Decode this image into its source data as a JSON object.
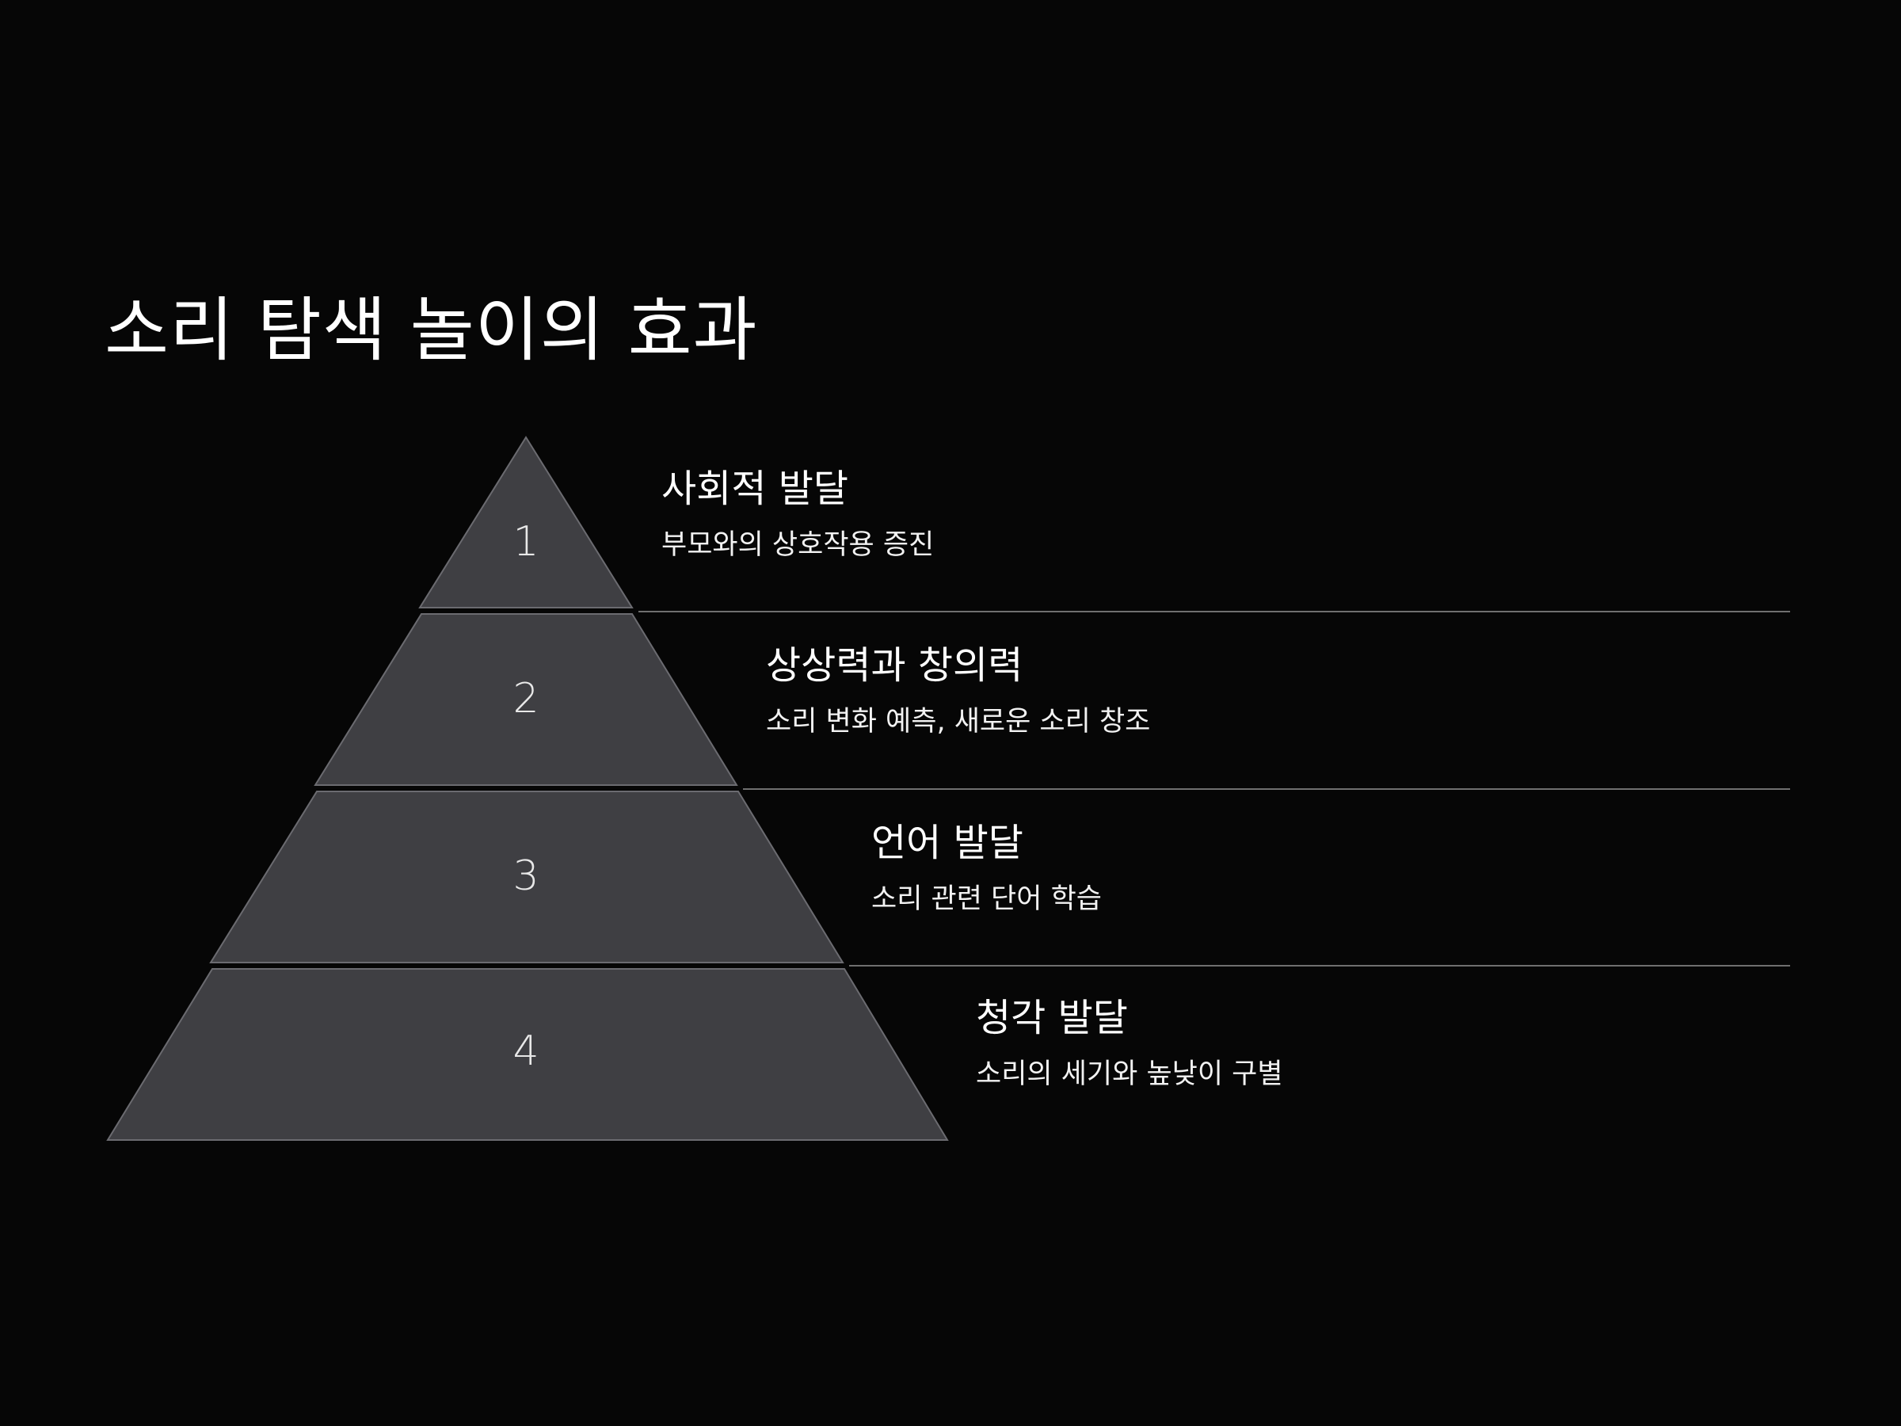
{
  "title": "소리 탐색 놀이의 효과",
  "colors": {
    "background": "#060606",
    "segment_fill": "#3f3f43",
    "segment_stroke": "#6b6b70",
    "divider": "#6f6f6f",
    "text": "#ffffff"
  },
  "levels": [
    {
      "number": "1",
      "heading": "사회적 발달",
      "description": "부모와의 상호작용 증진"
    },
    {
      "number": "2",
      "heading": "상상력과 창의력",
      "description": "소리 변화 예측, 새로운 소리 창조"
    },
    {
      "number": "3",
      "heading": "언어 발달",
      "description": "소리 관련 단어 학습"
    },
    {
      "number": "4",
      "heading": "청각 발달",
      "description": "소리의 세기와 높낮이 구별"
    }
  ]
}
